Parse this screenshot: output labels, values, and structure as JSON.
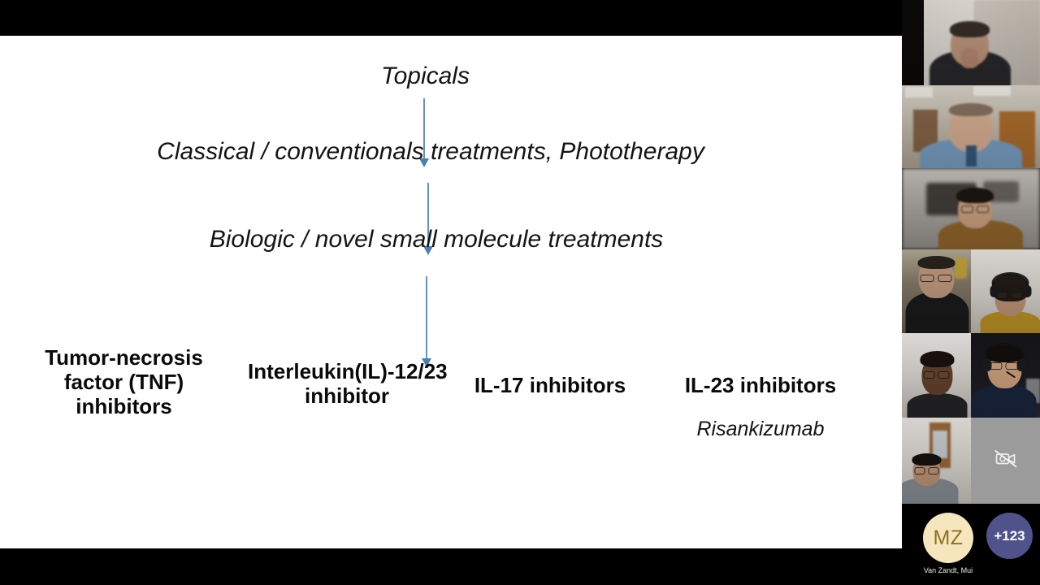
{
  "app": {
    "kind": "video-conference-screen-share",
    "background_color": "#000000"
  },
  "shared_slide": {
    "background_color": "#ffffff",
    "letterbox_color": "#000000",
    "arrow_color": "#5b89b5",
    "flow": [
      {
        "id": "topicals",
        "text": "Topicals",
        "style": "italic"
      },
      {
        "id": "classical",
        "text": "Classical / conventionals treatments, Phototherapy",
        "style": "italic"
      },
      {
        "id": "biologic",
        "text": "Biologic / novel small molecule treatments",
        "style": "italic"
      }
    ],
    "arrows": [
      {
        "id": "arrow-1",
        "from": "topicals",
        "to": "classical"
      },
      {
        "id": "arrow-2",
        "from": "classical",
        "to": "biologic"
      },
      {
        "id": "arrow-3",
        "from": "biologic",
        "to": "drug-classes"
      }
    ],
    "drug_classes": [
      {
        "id": "tnf",
        "heading": "Tumor-necrosis factor (TNF) inhibitors",
        "drug": ""
      },
      {
        "id": "il12",
        "heading": "Interleukin(IL)-12/23 inhibitor",
        "drug": ""
      },
      {
        "id": "il17",
        "heading": "IL-17 inhibitors",
        "drug": ""
      },
      {
        "id": "il23",
        "heading": "IL-23 inhibitors",
        "drug": "Risankizumab"
      }
    ]
  },
  "participant_rail": {
    "video_tiles": [
      {
        "id": "tile-1",
        "description": "man-at-desk-hand-to-face"
      },
      {
        "id": "tile-2",
        "description": "man-in-blue-shirt-office"
      },
      {
        "id": "tile-3",
        "description": "man-in-brown-sweater-glasses"
      },
      {
        "id": "tile-4",
        "description": "man-in-black-jacket-glasses"
      },
      {
        "id": "tile-5",
        "description": "woman-with-headphones-glasses"
      },
      {
        "id": "tile-6",
        "description": "woman-with-glasses"
      },
      {
        "id": "tile-7",
        "description": "man-with-headset-glasses"
      },
      {
        "id": "tile-8",
        "description": "man-in-grey-sweater-glasses"
      }
    ],
    "camera_off_tile": {
      "id": "tile-camoff",
      "icon": "camera-off-icon",
      "background_color": "#9b9b9b"
    },
    "avatars": [
      {
        "id": "avatar-mz",
        "initials": "MZ",
        "name": "Van Zandt, Mui",
        "background_color": "#f6e6bd",
        "text_color": "#8a7324"
      },
      {
        "id": "avatar-more",
        "label": "+123",
        "background_color": "#50528c",
        "text_color": "#ffffff"
      }
    ]
  }
}
